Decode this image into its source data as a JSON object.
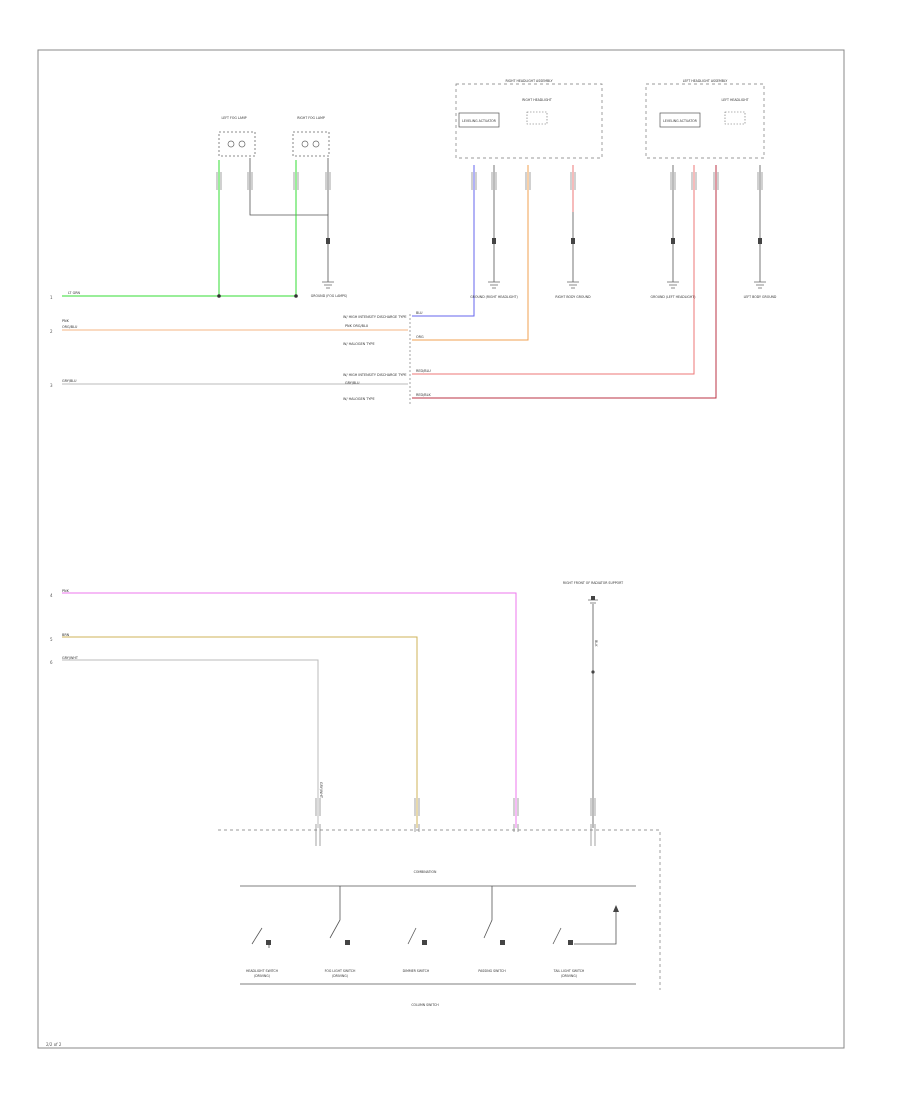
{
  "diagram": {
    "colors": {
      "green": "#33dd33",
      "orange": "#f4b583",
      "gray": "#bbbbbb",
      "blue": "#6666ee",
      "orange_dark": "#f0a050",
      "red": "#ee7777",
      "dark_red": "#bb3344",
      "pink": "#ee77ee",
      "tan": "#cfb35a",
      "black": "#444444"
    },
    "top": {
      "lamps": {
        "left": "LEFT FOG LAMP",
        "right": "RIGHT FOG LAMP"
      },
      "ground_fog": "GROUND (FOG LAMPS)",
      "right_headlight_box": "RIGHT HEADLIGHT ASSEMBLY",
      "right_headlight_module": "LEVELING ACTUATOR",
      "right_headlight": "RIGHT HEADLIGHT",
      "left_headlight_box": "LEFT HEADLIGHT ASSEMBLY",
      "left_headlight_module": "LEVELING ACTUATOR",
      "left_headlight": "LEFT HEADLIGHT",
      "ground_right_hl": "GROUND (RIGHT HEADLIGHT)",
      "right_body_ground": "RIGHT BODY GROUND",
      "ground_left_hl": "GROUND (LEFT HEADLIGHT)",
      "left_body_ground": "LEFT BODY GROUND",
      "wire_green": "LT GRN",
      "wire_orange_a": "PNK",
      "wire_orange_b": "ORG/BLU",
      "wire_gray": "GRY/BLU",
      "note_hid_a": "W/ HIGH INTENSITY DISCHARGE TYPE",
      "note_halogen_a": "W/ HALOGEN TYPE",
      "note_pnk_org": "PNK ORG/BLU",
      "note_hid_b": "W/ HIGH INTENSITY DISCHARGE TYPE",
      "note_gry": "GRY/BLU",
      "note_halogen_b": "W/ HALOGEN TYPE",
      "lbl_blu": "BLU",
      "lbl_org": "ORG",
      "lbl_red_a": "RED/BLU",
      "lbl_red_b": "RED/BLK"
    },
    "bottom": {
      "wire_pink": "PNK",
      "wire_tan": "BRN",
      "wire_gray": "GRY/WHT",
      "right_ground": "RIGHT FRONT OF RADIATOR SUPPORT",
      "combo_label": "COMBINATION",
      "combo_switch": "COLUMN SWITCH",
      "switches": [
        "HEADLIGHT SWITCH",
        "FOG LIGHT SWITCH",
        "DIMMER SWITCH",
        "PASSING SWITCH",
        "TAIL LIGHT SWITCH"
      ],
      "switch_sub": [
        "(DRIVING)",
        "(DRIVING)",
        "",
        "",
        "(DRIVING)"
      ],
      "wire_brn_lbl": "GRY/WHT",
      "wire_blk_lbl": "BLK"
    },
    "footer": "2/2 of 2"
  }
}
